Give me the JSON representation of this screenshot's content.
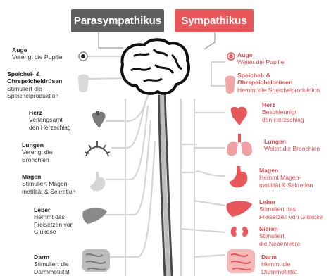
{
  "headers": {
    "left": "Parasympathikus",
    "right": "Sympathikus"
  },
  "left": [
    {
      "title": "Auge",
      "desc": [
        "Verengt die Pupille"
      ]
    },
    {
      "title": "Speichel- &",
      "title2": "Ohrspeicheldrüsen",
      "desc": [
        "Stimuliert die",
        "Speichelproduktion"
      ]
    },
    {
      "title": "Herz",
      "desc": [
        "Verlangsamt",
        "den Herzschlag"
      ]
    },
    {
      "title": "Lungen",
      "desc": [
        "Verengt die",
        "Bronchien"
      ]
    },
    {
      "title": "Magen",
      "desc": [
        "Stimuliert Magen-",
        "motilität & Sekretion"
      ]
    },
    {
      "title": "Leber",
      "desc": [
        "Hemmt das",
        "Freisetzen von",
        "Glukose"
      ]
    },
    {
      "title": "Darm",
      "desc": [
        "Stimuliert die",
        "Darmmotilität"
      ]
    }
  ],
  "right": [
    {
      "title": "Auge",
      "desc": [
        "Weitet die Pupille"
      ]
    },
    {
      "title": "Speichel- &",
      "title2": "Ohrspeicheldrüsen",
      "desc": [
        "Hemmt die Speichelproduktion"
      ]
    },
    {
      "title": "Herz",
      "desc": [
        "Beschleunigt",
        "den Herzschlag"
      ]
    },
    {
      "title": "Lungen",
      "desc": [
        "Weitet die Bronchien"
      ]
    },
    {
      "title": "Magen",
      "desc": [
        "Hemmt Magen-",
        "motilität & Sekretion"
      ]
    },
    {
      "title": "Leber",
      "desc": [
        "Stimuliert das",
        "Freisetzen von Glukose"
      ]
    },
    {
      "title": "Nieren",
      "desc": [
        "Stimuliert",
        "die Nebenniere"
      ]
    },
    {
      "title": "Darm",
      "desc": [
        "Hemmt die",
        "Darmmotilität"
      ]
    }
  ],
  "colors": {
    "para_gray": "#5f5f5f",
    "symp_red": "#e8585b",
    "line": "#d6d6d6",
    "organ_gray": "#8f8f8f",
    "organ_red": "#e8585b"
  }
}
